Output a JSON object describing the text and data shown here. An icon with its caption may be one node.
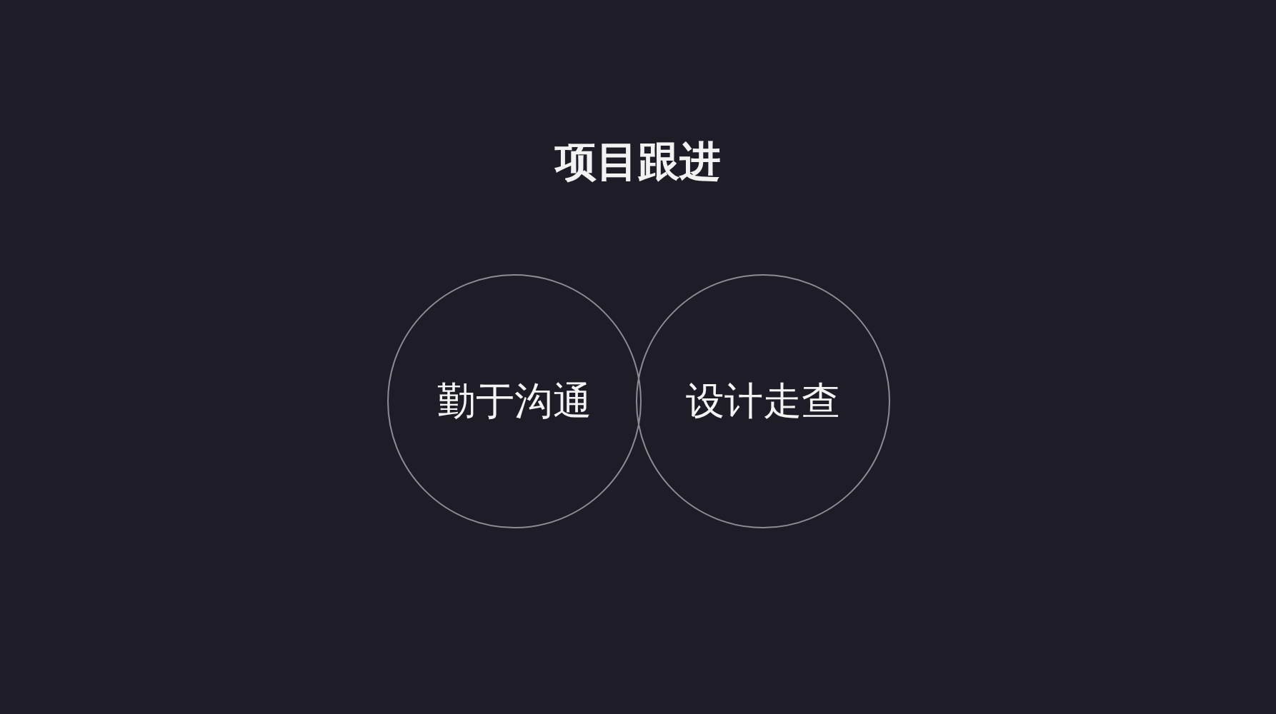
{
  "diagram": {
    "title": "项目跟进",
    "nodes": [
      {
        "text": [
          "勤于沟通"
        ]
      },
      {
        "text": [
          "设计走查"
        ]
      }
    ]
  }
}
